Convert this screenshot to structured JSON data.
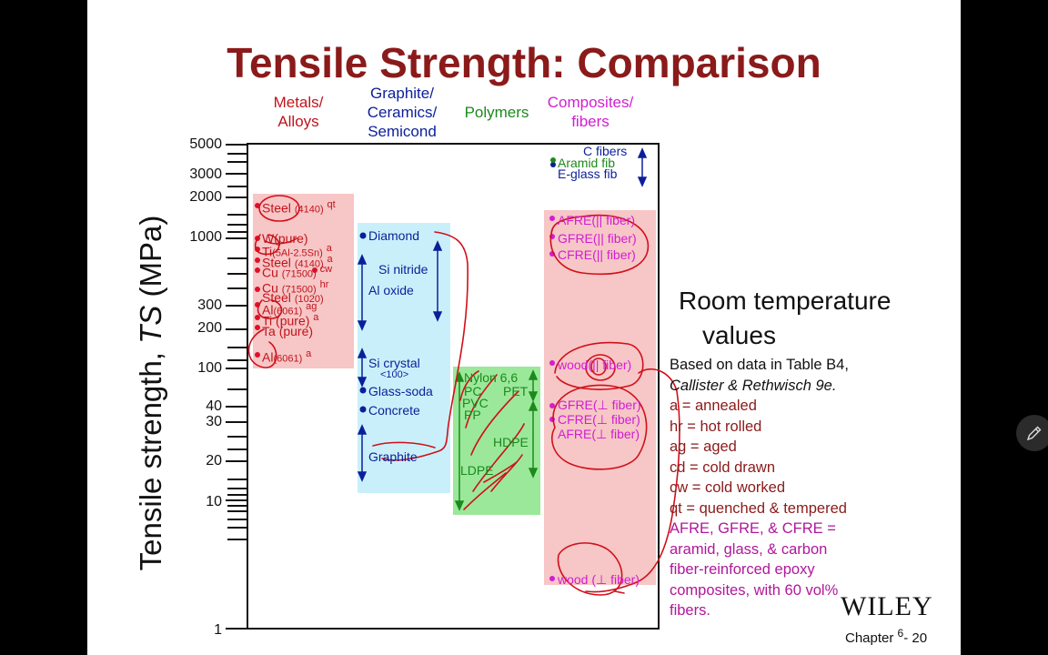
{
  "title": "Tensile Strength: Comparison",
  "colors": {
    "title": "#8b1a1a",
    "metals": "#c0141c",
    "ceramics": "#0b1f9a",
    "polymers": "#1b8a1b",
    "composites": "#d11ed1",
    "ink": "#d0101a"
  },
  "categories": [
    {
      "lines": [
        "Metals/",
        "Alloys"
      ],
      "color": "#c0141c"
    },
    {
      "lines": [
        "Graphite/",
        "Ceramics/",
        "Semicond"
      ],
      "color": "#0b1f9a"
    },
    {
      "lines": [
        "Polymers"
      ],
      "color": "#1b8a1b"
    },
    {
      "lines": [
        "Composites/",
        "fibers"
      ],
      "color": "#d11ed1"
    }
  ],
  "yaxis": {
    "label_prefix": "Tensile  strength, ",
    "label_var": "TS",
    "label_suffix": "  (MPa)"
  },
  "ticks": [
    "5000",
    "3000",
    "2000",
    "1000",
    "300",
    "200",
    "100",
    "40",
    "30",
    "20",
    "10",
    "1"
  ],
  "metals": [
    {
      "name": "Steel",
      "sub": "(4140)",
      "cond": "qt"
    },
    {
      "name": "W",
      "sub": "",
      "after": "(pure)",
      "cond": ""
    },
    {
      "name": "Ti",
      "sub": "(5Al-2.5Sn)",
      "cond": "a"
    },
    {
      "name": "Steel",
      "sub": "(4140)",
      "cond": "a"
    },
    {
      "name": "Cu",
      "sub": "(71500)",
      "cond": "cw"
    },
    {
      "name": "Cu",
      "sub": "(71500)",
      "cond": "hr"
    },
    {
      "name": "Steel",
      "sub": "(1020)",
      "cond": ""
    },
    {
      "name": "Al",
      "sub": "(6061)",
      "cond": "ag"
    },
    {
      "name": "Ti",
      "sub": "",
      "after": "(pure)",
      "cond": "a"
    },
    {
      "name": "Ta",
      "sub": "",
      "after": "(pure)",
      "cond": ""
    },
    {
      "name": "Al",
      "sub": "(6061)",
      "cond": "a"
    }
  ],
  "ceramics": [
    "Diamond",
    "Si nitride",
    "Al oxide",
    "Si crystal",
    "<100>",
    "Glass-soda",
    "Concrete",
    "Graphite"
  ],
  "polymers": [
    "Nylon 6,6",
    "PC",
    "PET",
    "PVC",
    "PP",
    "HDPE",
    "LDPE"
  ],
  "fibers": [
    "C fibers",
    "Aramid  fib",
    "E-glass fib"
  ],
  "composites": [
    "AFRE(|| fiber)",
    "GFRE(|| fiber)",
    "CFRE(|| fiber)",
    "wood(|| fiber)",
    "GFRE(⊥ fiber)",
    "CFRE(⊥ fiber)",
    "AFRE(⊥ fiber)",
    "wood (⊥ fiber)"
  ],
  "room": [
    "Room temperature",
    "values"
  ],
  "notes": {
    "based": "Based on data in Table B4,",
    "ref": "Callister & Rethwisch 9e.",
    "legend": [
      "a     = annealed",
      "hr   = hot rolled",
      "ag  = aged",
      "cd  = cold drawn",
      "cw = cold worked",
      "qt   = quenched & tempered"
    ],
    "composites": [
      "AFRE, GFRE, & CFRE =",
      "aramid, glass, & carbon",
      "fiber-reinforced epoxy",
      "composites, with 60 vol%",
      "fibers."
    ]
  },
  "footer": {
    "brand": "WILEY",
    "chapter": "Chapter",
    "num": "6",
    "page": "-  20"
  },
  "edit_icon": "pencil-icon"
}
